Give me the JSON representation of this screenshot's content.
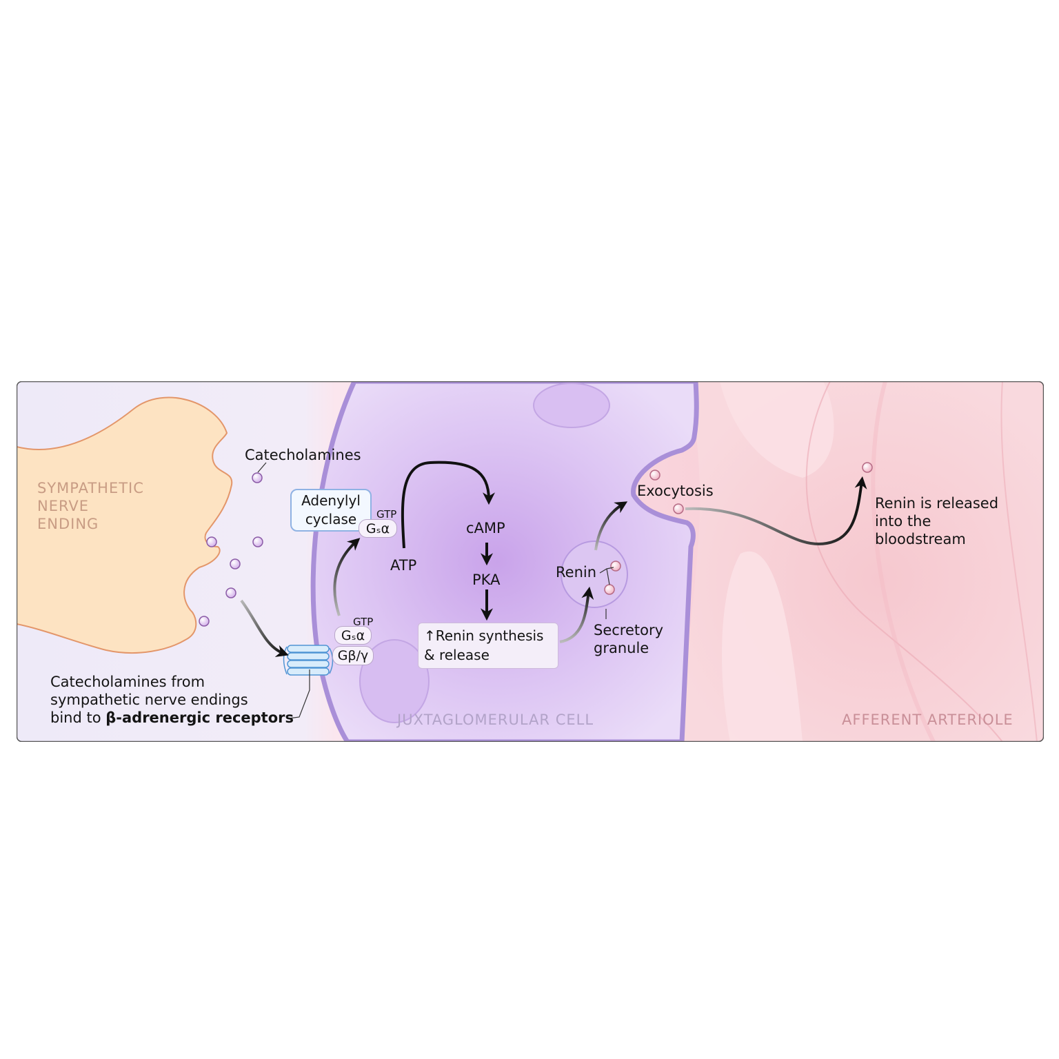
{
  "colors": {
    "nerve_fill": "#fde6c6",
    "nerve_stroke": "#e4986a",
    "cell_fill": "#e2ccf4",
    "cell_membrane": "#a98fd8",
    "arteriole_fill": "#f7c4cc",
    "molecule_catecholamine": "#d9b6ee",
    "molecule_renin": "#f3bccb",
    "receptor": "#6aa8de",
    "arrow": "#111111",
    "frame": "#555555"
  },
  "regions": {
    "nerve": "SYMPATHETIC\nNERVE\nENDING",
    "cell": "JUXTAGLOMERULAR CELL",
    "arteriole": "AFFERENT ARTERIOLE"
  },
  "labels": {
    "catecholamines": "Catecholamines",
    "binding_note_line1": "Catecholamines from",
    "binding_note_line2": "sympathetic nerve endings",
    "binding_note_line3_prefix": "bind to ",
    "binding_note_line3_bold": "β-adrenergic receptors",
    "adenylyl_cyclase": "Adenylyl\ncyclase",
    "gtp_top": "GTP",
    "gsa_top": "Gₛα",
    "gtp_bottom": "GTP",
    "gsa_bottom": "Gₛα",
    "gby": "Gβ/γ",
    "atp": "ATP",
    "camp": "cAMP",
    "pka": "PKA",
    "renin_synthesis": "↑Renin synthesis\n& release",
    "renin": "Renin",
    "secretory_granule": "Secretory\ngranule",
    "exocytosis": "Exocytosis",
    "released": "Renin is released\ninto the\nbloodstream"
  }
}
